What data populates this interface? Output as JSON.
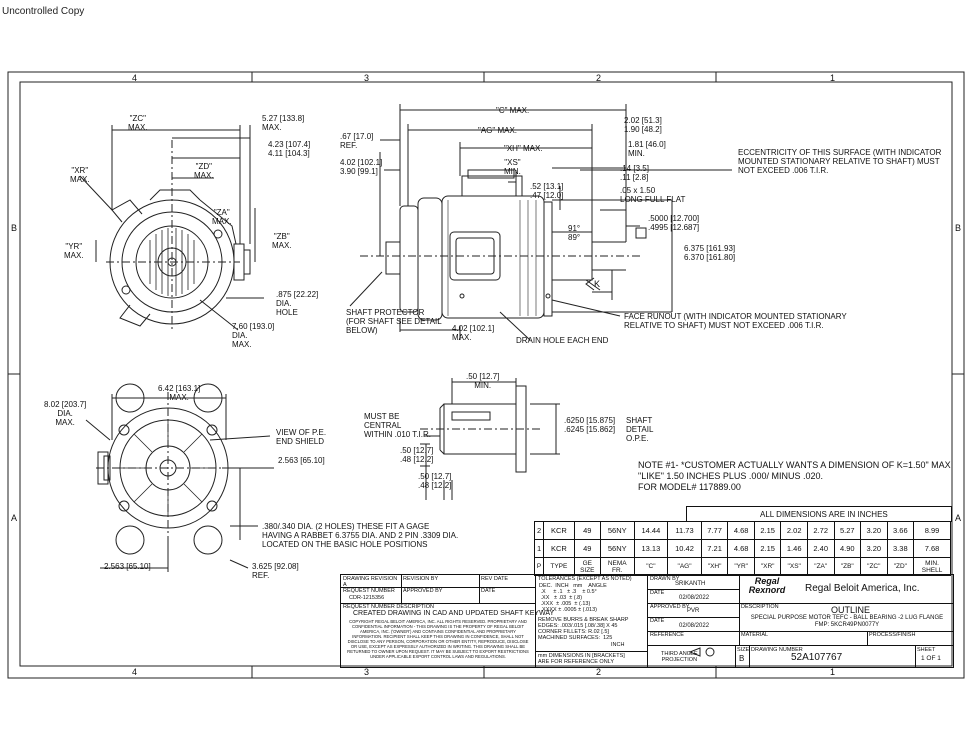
{
  "header": {
    "watermark": "Uncontrolled Copy"
  },
  "zones": {
    "cols": [
      "4",
      "3",
      "2",
      "1"
    ],
    "rows": [
      "B",
      "A"
    ]
  },
  "dims": {
    "zc": "\"ZC\"\nMAX.",
    "d527": "5.27 [133.8]\nMAX.",
    "d423": "4.23 [107.4]\n4.11 [104.3]",
    "xr": "\"XR\"\nMAX.",
    "zd": "\"ZD\"\nMAX.",
    "za": "\"ZA\"\nMAX.",
    "yr": "\"YR\"\nMAX.",
    "zb": "\"ZB\"\nMAX.",
    "d875": ".875 [22.22]\nDIA.\nHOLE",
    "d760": "7.60 [193.0]\nDIA.\nMAX.",
    "c": "\"C\" MAX.",
    "ag": "\"AG\" MAX.",
    "d67": ".67 [17.0]\nREF.",
    "xh": "\"XH\" MAX.",
    "d202": "2.02 [51.3]\n1.90 [48.2]",
    "d181": "1.81 [46.0]\nMIN.",
    "xs": "\"XS\"\nMIN.",
    "d402a": "4.02 [102.1]\n3.90 [99.1]",
    "d14": ".14 [3.5]\n.11 [2.8]",
    "d52": ".52 [13.1]\n.47 [12.0]",
    "d05": ".05 x 1.50\nLONG FULL FLAT",
    "d5000": ".5000 [12.700]\n.4995 [12.687]",
    "ang": "91°\n89°",
    "d6375": "6.375 [161.93]\n6.370 [161.80]",
    "k": "K",
    "ecc": "ECCENTRICITY OF THIS SURFACE (WITH INDICATOR\nMOUNTED STATIONARY RELATIVE TO SHAFT) MUST\nNOT EXCEED .006 T.I.R.",
    "shaft_prot": "SHAFT PROTECTOR\n(FOR SHAFT SEE DETAIL\nBELOW)",
    "d402b": "4.02 [102.1]\nMAX.",
    "drain": "DRAIN HOLE EACH END",
    "face": "FACE RUNOUT (WITH INDICATOR MOUNTED STATIONARY\nRELATIVE TO SHAFT) MUST NOT EXCEED .006 T.I.R.",
    "d642": "6.42 [163.1]\nMAX.",
    "d802": "8.02 [203.7]\nDIA.\nMAX.",
    "view": "VIEW OF P.E.\nEND SHIELD",
    "d2563a": "2.563 [65.10]",
    "holes": ".380/.340 DIA. (2 HOLES) THESE FIT A GAGE\nHAVING A RABBET 6.3755 DIA. AND 2 PIN .3309 DIA.\nLOCATED ON THE BASIC HOLE POSITIONS",
    "d2563b": "2.563 [65.10]",
    "d3625": "3.625 [92.08]\nREF.",
    "d50a": ".50 [12.7]\nMIN.",
    "central": "MUST BE\nCENTRAL\nWITHIN .010 T.I.R.",
    "d50b": ".50 [12.7]\n.48 [12.2]",
    "d50c": ".50 [12.7]\n.48 [12.2]",
    "d6250": ".6250 [15.875]\n.6245 [15.862]",
    "shaft_detail": "SHAFT\nDETAIL\nO.P.E.",
    "note": "NOTE #1- *CUSTOMER ACTUALLY WANTS A DIMENSION OF K=1.50\" MAX\n\"LIKE\" 1.50 INCHES PLUS .000/ MINUS .020.\nFOR MODEL# 117889.00"
  },
  "table": {
    "caption": "ALL DIMENSIONS ARE IN INCHES",
    "rows": [
      [
        "2",
        "KCR",
        "49",
        "56NY",
        "14.44",
        "11.73",
        "7.77",
        "4.68",
        "2.15",
        "2.02",
        "2.72",
        "5.27",
        "3.20",
        "3.66",
        "8.99"
      ],
      [
        "1",
        "KCR",
        "49",
        "56NY",
        "13.13",
        "10.42",
        "7.21",
        "4.68",
        "2.15",
        "1.46",
        "2.40",
        "4.90",
        "3.20",
        "3.38",
        "7.68"
      ],
      [
        "P",
        "TYPE",
        "GE\nSIZE",
        "NEMA\nFR.",
        "\"C\"",
        "\"AG\"",
        "\"XH\"",
        "\"YR\"",
        "\"XR\"",
        "\"XS\"",
        "\"ZA\"",
        "\"ZB\"",
        "\"ZC\"",
        "\"ZD\"",
        "MIN.\nSHELL"
      ]
    ]
  },
  "title_block": {
    "rev_col": [
      "DRAWING REVISION\nA",
      "REVISION BY",
      "REV DATE",
      "DATE"
    ],
    "req_num_label": "REQUEST NUMBER",
    "req_num": "CDR-1215356",
    "approved_by": "APPROVED BY",
    "date": "DATE",
    "req_desc_label": "REQUEST NUMBER DESCRIPTION",
    "req_desc": "CREATED DRAWING IN CAD AND UPDATED SHAFT KEYWAY",
    "confidential": "COPYRIGHT REGAL BELOIT AMERICA, INC. ALL RIGHTS RESERVED. PROPRIETARY AND CONFIDENTIAL INFORMATION - THIS DRAWING IS THE PROPERTY OF REGAL BELOIT AMERICA, INC. ('OWNER') AND CONTAINS CONFIDENTIAL AND PROPRIETARY INFORMATION. RECIPIENT SHALL KEEP THIS DRAWING IN CONFIDENCE, SHALL NOT DISCLOSE TO ANY PERSON, CORPORATION OR OTHER ENTITY, REPRODUCE, DISCLOSE OR USE, EXCEPT AS EXPRESSLY AUTHORIZED IN WRITING. THIS DRAWING SHALL BE RETURNED TO OWNER UPON REQUEST. IT MAY BE SUBJECT TO EXPORT RESTRICTIONS UNDER APPLICABLE EXPORT CONTROL LAWS AND REGULATIONS.",
    "tol_label": "TOLERANCES (EXCEPT AS NOTED)",
    "tol": "DEC.  INCH   mm    ANGLE\n .X     ± .1   ± .3    ± 0.5°\n .XX   ± .03  ± (.8)\n .XXX  ± .005  ± (.13)\n .XXXX ± .0005 ± (.013)",
    "burrs": "REMOVE BURRS & BREAK SHARP\nEDGES: .003/.015 [.08/.38] X 45\nCORNER FILLETS: R.02 [.5]\nMACHINED SURFACES:  125",
    "inch": "INCH",
    "dims_note": "mm DIMENSIONS IN [BRACKETS]\nARE FOR REFERENCE ONLY",
    "drawn_by_label": "DRAWN BY",
    "drawn_by": "SRIKANTH",
    "date1_label": "DATE",
    "date1": "02/08/2022",
    "approved_label": "APPROVED BY",
    "approved": "PVR",
    "date2_label": "DATE",
    "date2": "02/08/2022",
    "reference_label": "REFERENCE",
    "projection": "THIRD ANGLE\nPROJECTION",
    "logo": "Regal Rexnord",
    "company": "Regal Beloit America, Inc.",
    "description_label": "DESCRIPTION",
    "outline": "OUTLINE",
    "desc": "SPECIAL PURPOSE MOTOR TEFC - BALL BEARING -2 LUG FLANGE\nFMP: 5KCR49PN0077Y",
    "material_label": "MATERIAL",
    "process_label": "PROCESS/FINISH",
    "size_label": "SIZE",
    "size": "B",
    "drawing_num_label": "DRAWING NUMBER",
    "drawing_num": "52A107767",
    "sheet_label": "SHEET",
    "sheet": "1 OF 1"
  }
}
